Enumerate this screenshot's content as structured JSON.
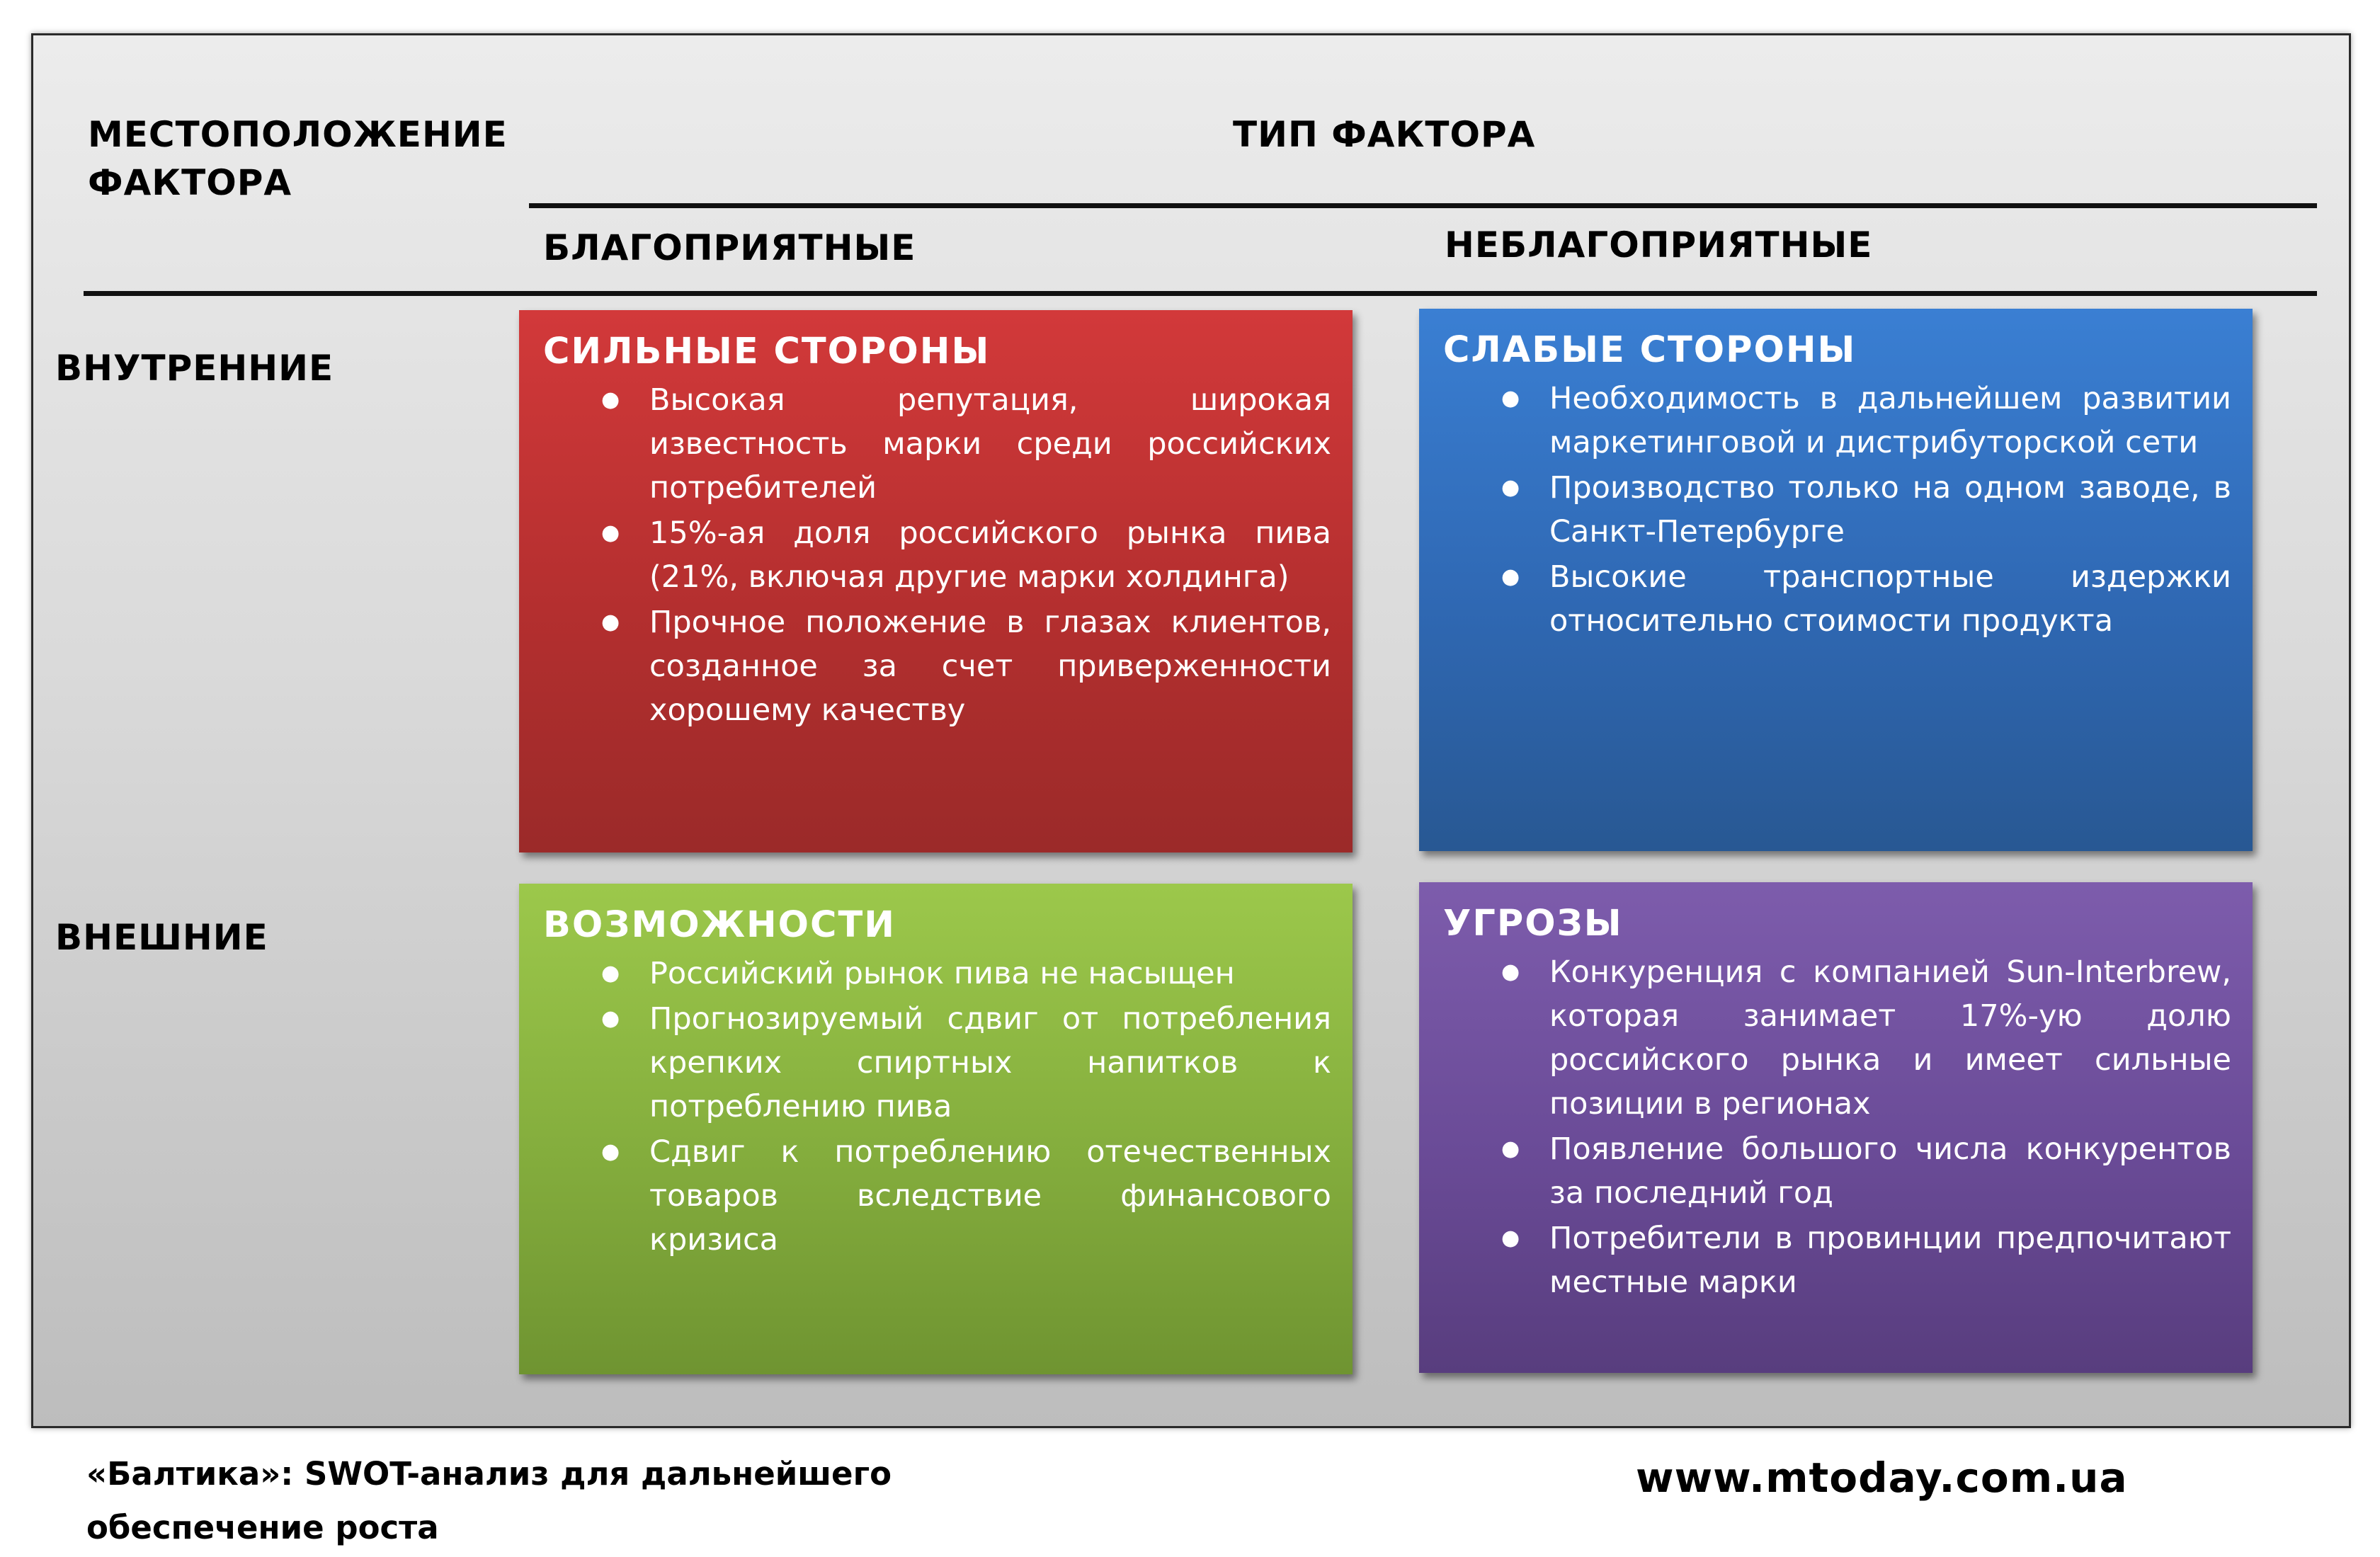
{
  "headers": {
    "location_line1": "МЕСТОПОЛОЖЕНИЕ",
    "location_line2": "ФАКТОРА",
    "factor_type": "ТИП ФАКТОРА",
    "favorable": "БЛАГОПРИЯТНЫЕ",
    "unfavorable": "НЕБЛАГОПРИЯТНЫЕ",
    "internal": "ВНУТРЕННИЕ",
    "external": "ВНЕШНИЕ"
  },
  "quadrants": {
    "strengths": {
      "title": "СИЛЬНЫЕ СТОРОНЫ",
      "color": "#c0312f",
      "items": [
        "Высокая репутация, широкая известность марки среди российских потребителей",
        "15%-ая доля российского рынка пива (21%, включая другие марки холдинга)",
        "Прочное положение в глазах клиентов, созданное за счет приверженности хорошему качеству"
      ]
    },
    "weaknesses": {
      "title": "СЛАБЫЕ СТОРОНЫ",
      "color": "#3473c4",
      "items": [
        "Необходимость в дальнейшем развитии маркетинговой и дистрибуторской сети",
        "Производство только на одном заводе, в Санкт-Петербурге",
        "Высокие транспортные издержки относительно стоимости продукта"
      ]
    },
    "opportunities": {
      "title": "ВОЗМОЖНОСТИ",
      "color": "#8db843",
      "items": [
        "Российский рынок пива не насыщен",
        "Прогнозируемый сдвиг от потребления крепких спиртных напитков к потреблению пива",
        "Сдвиг к потреблению отечественных товаров вследствие финансового кризиса"
      ]
    },
    "threats": {
      "title": "УГРОЗЫ",
      "color": "#7252a0",
      "items": [
        "Конкуренция с компанией Sun-Interbrew, которая занимает 17%-ую долю российского рынка и имеет сильные позиции в регионах",
        "Появление большого числа конкурентов за последний год",
        "Потребители в провинции предпочитают местные марки"
      ]
    }
  },
  "footer": {
    "caption_line1": "«Балтика»: SWOT-анализ для дальнейшего",
    "caption_line2": "обеспечение роста",
    "website": "www.mtoday.com.ua"
  }
}
